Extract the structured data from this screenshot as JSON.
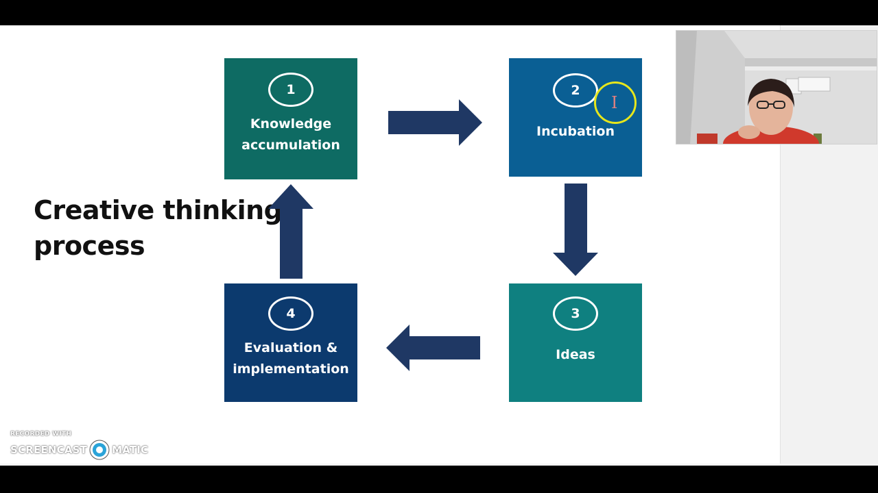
{
  "slide": {
    "title_line1": "Creative thinking",
    "title_line2": "process",
    "stages": [
      {
        "number": "1",
        "label_line1": "Knowledge",
        "label_line2": "accumulation"
      },
      {
        "number": "2",
        "label_line1": "Incubation",
        "label_line2": ""
      },
      {
        "number": "3",
        "label_line1": "Ideas",
        "label_line2": ""
      },
      {
        "number": "4",
        "label_line1": "Evaluation &",
        "label_line2": "implementation"
      }
    ]
  },
  "watermark": {
    "recorded_with": "RECORDED WITH",
    "brand_left": "SCREENCAST",
    "brand_right": "MATIC"
  },
  "colors": {
    "stage1": "#0e6b63",
    "stage2": "#0a5f94",
    "stage3": "#0f8080",
    "stage4": "#0c3a6e",
    "arrow": "#1f3864",
    "cursor_ring": "#e6e61c"
  }
}
